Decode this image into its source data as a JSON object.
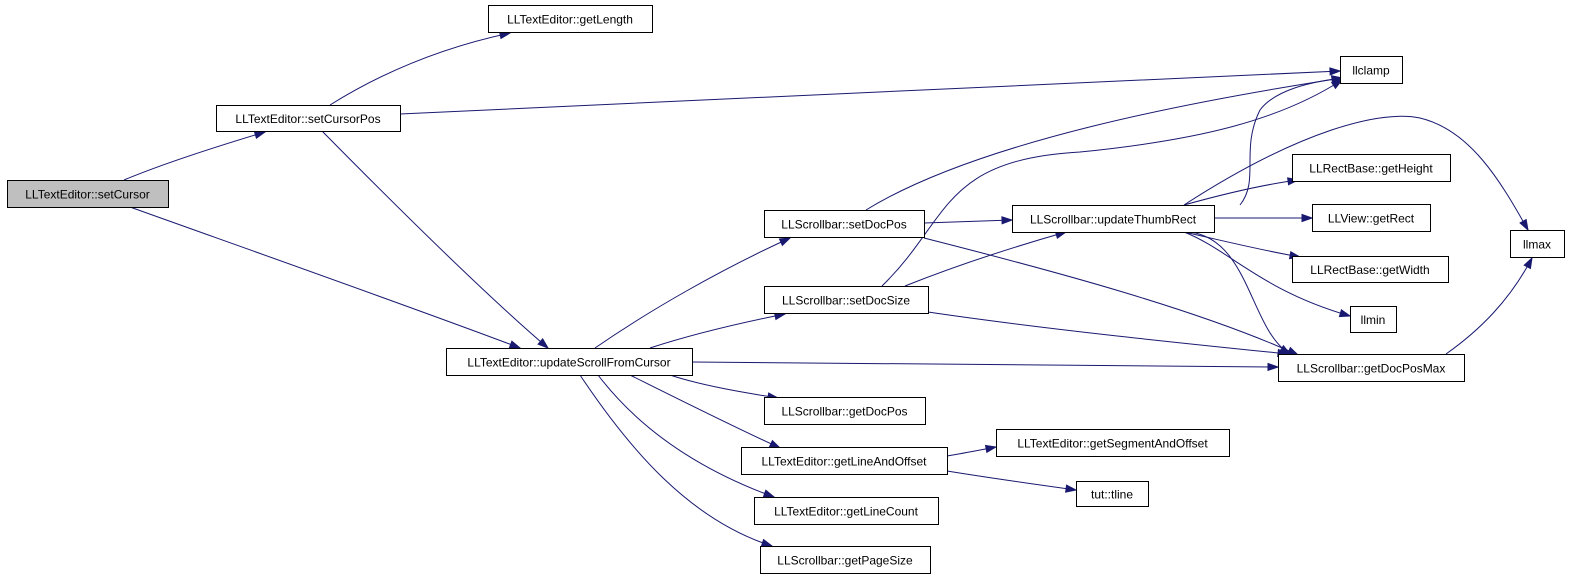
{
  "nodes": [
    {
      "id": "setCursor",
      "label": "LLTextEditor::setCursor",
      "current": true
    },
    {
      "id": "setCursorPos",
      "label": "LLTextEditor::setCursorPos"
    },
    {
      "id": "getLength",
      "label": "LLTextEditor::getLength"
    },
    {
      "id": "llclamp",
      "label": "llclamp"
    },
    {
      "id": "updateScrollFromCursor",
      "label": "LLTextEditor::updateScrollFromCursor"
    },
    {
      "id": "setDocPos",
      "label": "LLScrollbar::setDocPos"
    },
    {
      "id": "setDocSize",
      "label": "LLScrollbar::setDocSize"
    },
    {
      "id": "updateThumbRect",
      "label": "LLScrollbar::updateThumbRect"
    },
    {
      "id": "getHeight",
      "label": "LLRectBase::getHeight"
    },
    {
      "id": "getRect",
      "label": "LLView::getRect"
    },
    {
      "id": "getWidth",
      "label": "LLRectBase::getWidth"
    },
    {
      "id": "llmin",
      "label": "llmin"
    },
    {
      "id": "llmax",
      "label": "llmax"
    },
    {
      "id": "getDocPosMax",
      "label": "LLScrollbar::getDocPosMax"
    },
    {
      "id": "getDocPos",
      "label": "LLScrollbar::getDocPos"
    },
    {
      "id": "getLineAndOffset",
      "label": "LLTextEditor::getLineAndOffset"
    },
    {
      "id": "getSegmentAndOffset",
      "label": "LLTextEditor::getSegmentAndOffset"
    },
    {
      "id": "tline",
      "label": "tut::tline"
    },
    {
      "id": "getLineCount",
      "label": "LLTextEditor::getLineCount"
    },
    {
      "id": "getPageSize",
      "label": "LLScrollbar::getPageSize"
    }
  ],
  "edges": [
    {
      "from": "setCursor",
      "to": "setCursorPos"
    },
    {
      "from": "setCursor",
      "to": "updateScrollFromCursor"
    },
    {
      "from": "setCursorPos",
      "to": "getLength"
    },
    {
      "from": "setCursorPos",
      "to": "llclamp"
    },
    {
      "from": "setCursorPos",
      "to": "updateScrollFromCursor"
    },
    {
      "from": "updateScrollFromCursor",
      "to": "setDocPos"
    },
    {
      "from": "updateScrollFromCursor",
      "to": "setDocSize"
    },
    {
      "from": "updateScrollFromCursor",
      "to": "getDocPosMax"
    },
    {
      "from": "updateScrollFromCursor",
      "to": "getDocPos"
    },
    {
      "from": "updateScrollFromCursor",
      "to": "getLineAndOffset"
    },
    {
      "from": "updateScrollFromCursor",
      "to": "getLineCount"
    },
    {
      "from": "updateScrollFromCursor",
      "to": "getPageSize"
    },
    {
      "from": "setDocPos",
      "to": "llclamp"
    },
    {
      "from": "setDocPos",
      "to": "updateThumbRect"
    },
    {
      "from": "setDocPos",
      "to": "getDocPosMax"
    },
    {
      "from": "setDocSize",
      "to": "llclamp"
    },
    {
      "from": "setDocSize",
      "to": "updateThumbRect"
    },
    {
      "from": "setDocSize",
      "to": "getDocPosMax"
    },
    {
      "from": "updateThumbRect",
      "to": "llclamp"
    },
    {
      "from": "updateThumbRect",
      "to": "getHeight"
    },
    {
      "from": "updateThumbRect",
      "to": "getRect"
    },
    {
      "from": "updateThumbRect",
      "to": "getWidth"
    },
    {
      "from": "updateThumbRect",
      "to": "llmin"
    },
    {
      "from": "updateThumbRect",
      "to": "llmax"
    },
    {
      "from": "updateThumbRect",
      "to": "getDocPosMax"
    },
    {
      "from": "getDocPosMax",
      "to": "llmax"
    },
    {
      "from": "getLineAndOffset",
      "to": "getSegmentAndOffset"
    },
    {
      "from": "getLineAndOffset",
      "to": "tline"
    }
  ],
  "colors": {
    "edge": "#191970",
    "node_border": "#000000",
    "node_fill": "#ffffff",
    "current_fill": "#bfbfbf"
  }
}
